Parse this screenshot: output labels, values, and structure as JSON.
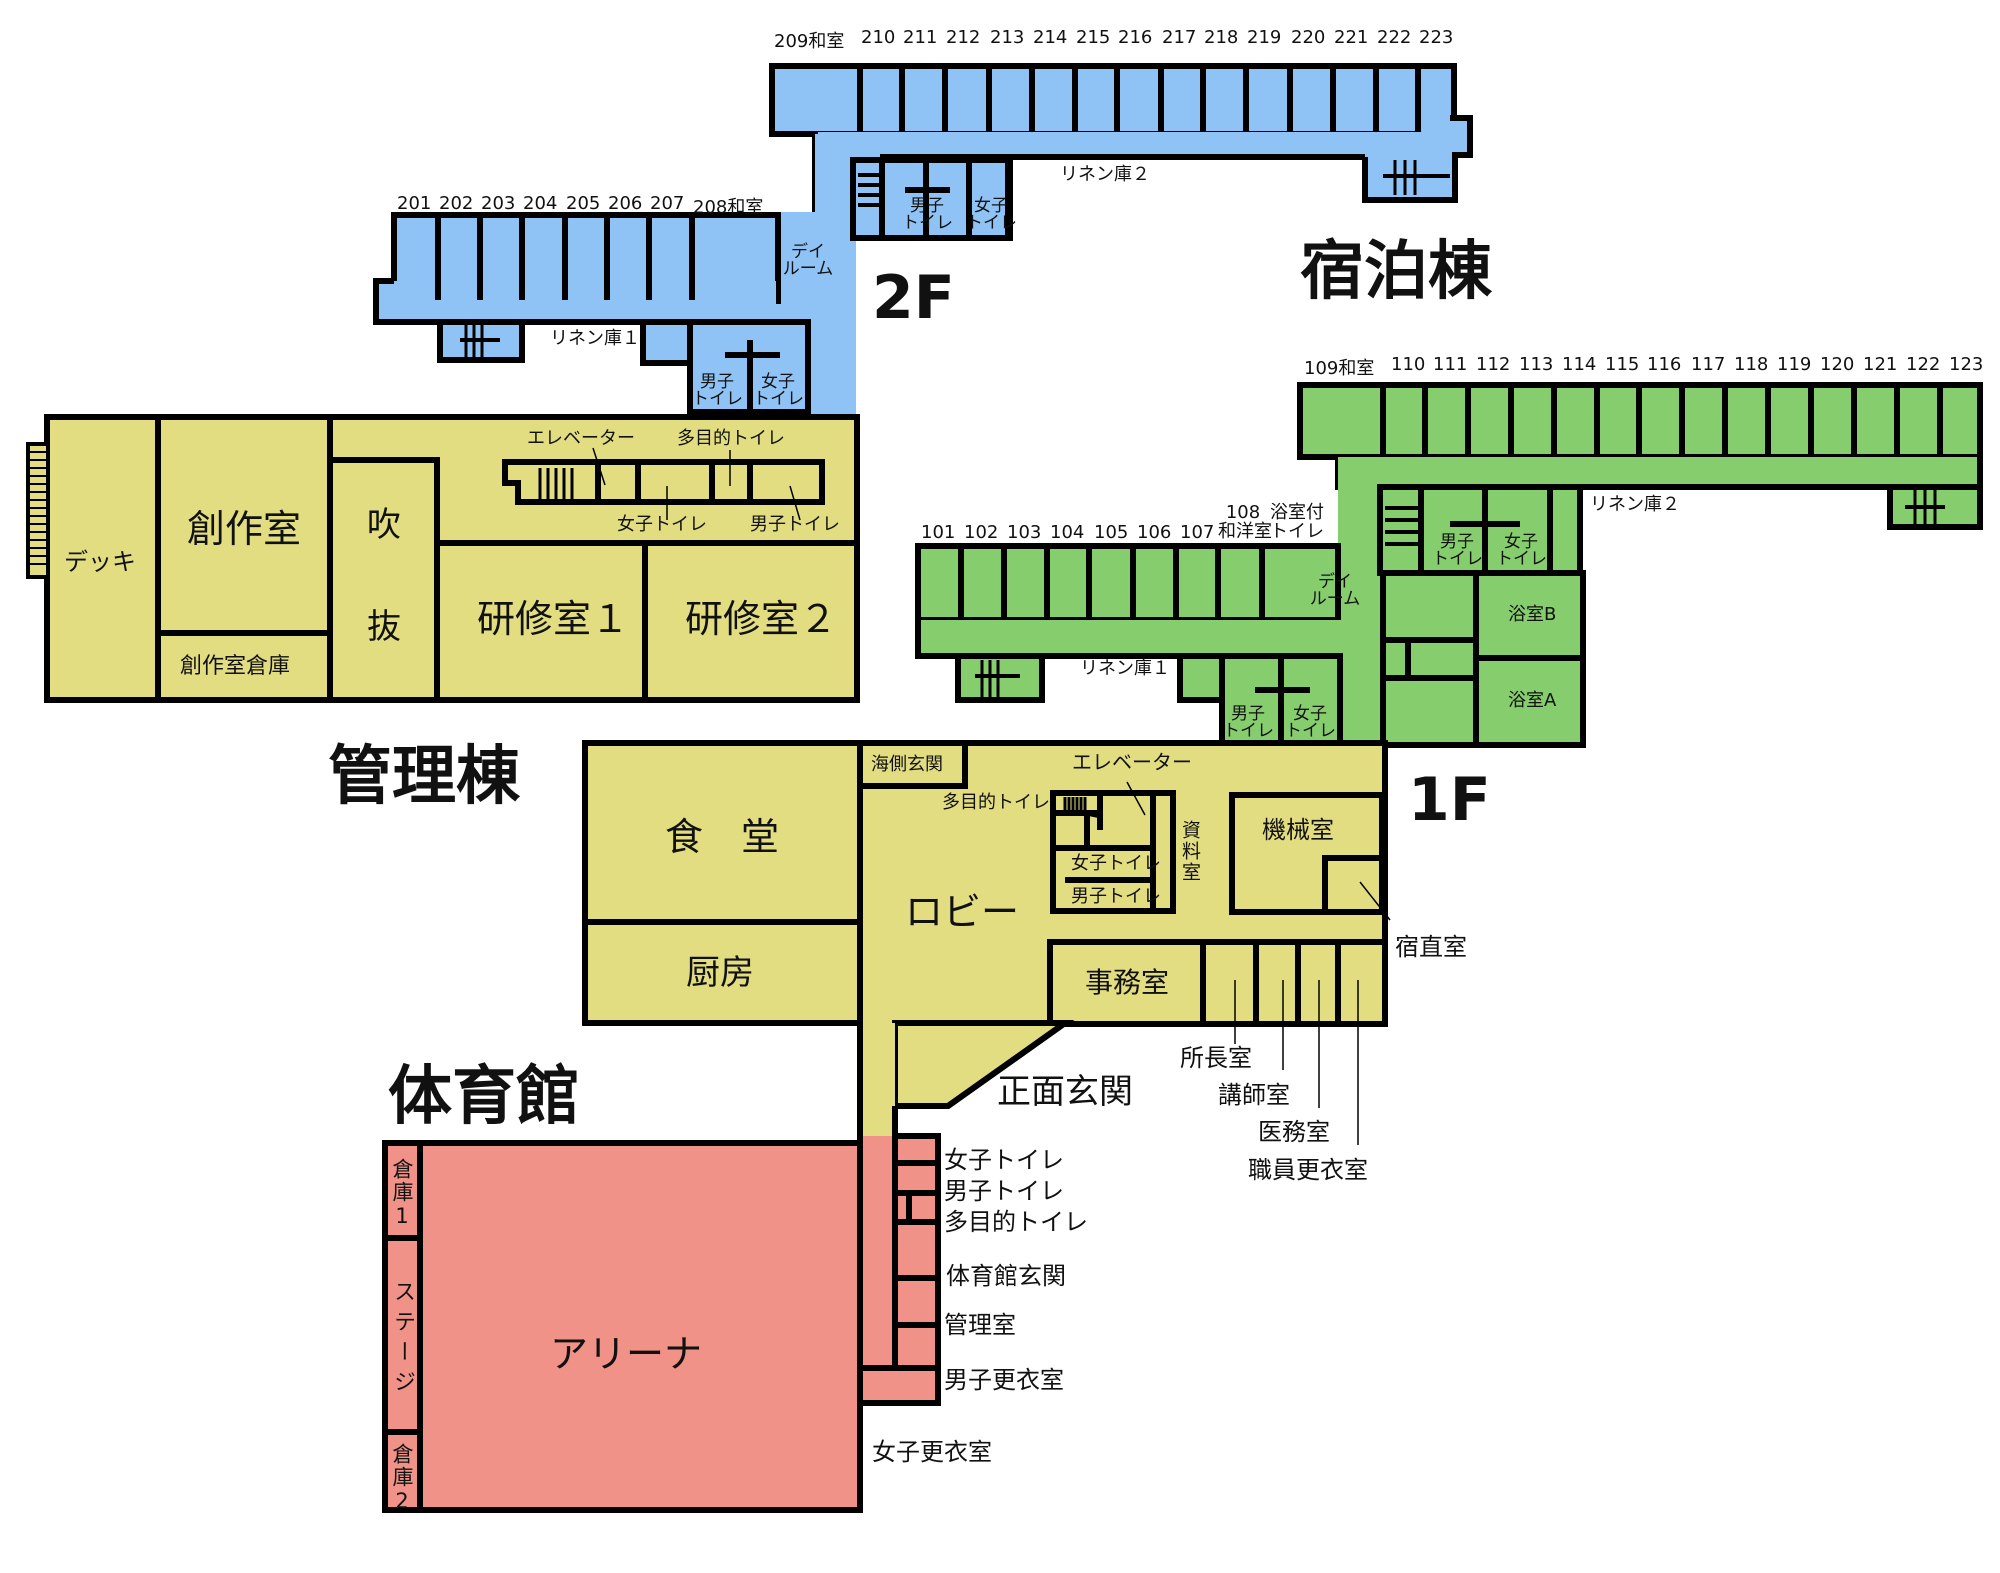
{
  "colors": {
    "floor2": "#8fc3f5",
    "floor1_lodging": "#86cd6e",
    "admin": "#e3dd81",
    "gym": "#f09287",
    "wall": "#000000",
    "background": "#ffffff"
  },
  "buildings": {
    "lodging_title": "宿泊棟",
    "admin_title": "管理棟",
    "gym_title": "体育館",
    "floor2_label": "2F",
    "floor1_label": "1F"
  },
  "floor2": {
    "rooms_east": [
      "209和室",
      "210",
      "211",
      "212",
      "213",
      "214",
      "215",
      "216",
      "217",
      "218",
      "219",
      "220",
      "221",
      "222",
      "223"
    ],
    "rooms_west": [
      "201",
      "202",
      "203",
      "204",
      "205",
      "206",
      "207",
      "208和室"
    ],
    "linen1": "リネン庫１",
    "linen2": "リネン庫２",
    "dayroom": [
      "デイ",
      "ルーム"
    ],
    "toilet_male": [
      "男子",
      "トイレ"
    ],
    "toilet_female": [
      "女子",
      "トイレ"
    ]
  },
  "admin_2f": {
    "deck": "デッキ",
    "craft_room": "創作室",
    "craft_storage": "創作室倉庫",
    "atrium": [
      "吹",
      "抜"
    ],
    "training1": "研修室１",
    "training2": "研修室２",
    "elevator": "エレベーター",
    "multipurpose_toilet": "多目的トイレ",
    "female_toilet": "女子トイレ",
    "male_toilet": "男子トイレ"
  },
  "floor1": {
    "rooms_east": [
      "109和室",
      "110",
      "111",
      "112",
      "113",
      "114",
      "115",
      "116",
      "117",
      "118",
      "119",
      "120",
      "121",
      "122",
      "123"
    ],
    "rooms_west": [
      "101",
      "102",
      "103",
      "104",
      "105",
      "106",
      "107"
    ],
    "room108": [
      "108",
      "和洋室"
    ],
    "bath_toilet": [
      "浴室付",
      "トイレ"
    ],
    "linen1": "リネン庫１",
    "linen2": "リネン庫２",
    "dayroom": [
      "デイ",
      "ルーム"
    ],
    "toilet_male": [
      "男子",
      "トイレ"
    ],
    "toilet_female": [
      "女子",
      "トイレ"
    ],
    "bath_a": "浴室A",
    "bath_b": "浴室B"
  },
  "admin_1f": {
    "dining": "食　堂",
    "kitchen": "厨房",
    "sea_entrance": "海側玄関",
    "lobby": "ロビー",
    "elevator": "エレベーター",
    "multipurpose_toilet": "多目的トイレ",
    "female_toilet": "女子トイレ",
    "male_toilet": "男子トイレ",
    "archive": "資料室",
    "machine_room": "機械室",
    "night_duty": "宿直室",
    "office": "事務室",
    "main_entrance": "正面玄関",
    "director": "所長室",
    "lecturer": "講師室",
    "medical": "医務室",
    "staff_locker": "職員更衣室"
  },
  "gym": {
    "arena": "アリーナ",
    "storage1": "倉庫1",
    "storage2": "倉庫2",
    "stage": "ステージ",
    "female_toilet": "女子トイレ",
    "male_toilet": "男子トイレ",
    "multipurpose_toilet": "多目的トイレ",
    "gym_entrance": "体育館玄関",
    "management": "管理室",
    "male_locker": "男子更衣室",
    "female_locker": "女子更衣室"
  }
}
